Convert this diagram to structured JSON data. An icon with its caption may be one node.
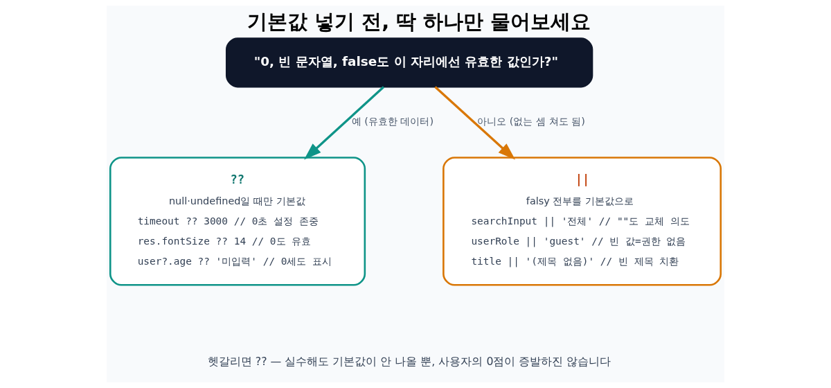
{
  "diagram": {
    "title": "기본값 넣기 전, 딱 하나만 물어보세요",
    "caption": "헷갈리면 ?? — 실수해도 기본값이 안 나올 뿐, 사용자의 0점이 증발하진 않습니다",
    "nodes": [
      {
        "text": [
          "\"0, 빈 문자열, false도 이 자리에선 유효한 값인가?\""
        ]
      },
      {
        "text": [
          "??",
          "null·undefined일 때만 기본값",
          "timeout ?? 3000 // 0초 설정 존중",
          "res.fontSize ?? 14 // 0도 유효",
          "user?.age ?? '미입력' // 0세도 표시"
        ]
      },
      {
        "text": [
          "||",
          "falsy 전부를 기본값으로",
          "searchInput || '전체' // \"\"도 교체 의도",
          "userRole || 'guest' // 빈 값=권한 없음",
          "title || '(제목 없음)' // 빈 제목 치환"
        ]
      }
    ],
    "edges": [
      {
        "from": 0,
        "to": 1,
        "arrow": "to",
        "label": "예 (유효한 데이터)",
        "color": "#0f9488"
      },
      {
        "from": 0,
        "to": 2,
        "arrow": "to",
        "label": "아니오 (없는 셈 쳐도 됨)",
        "color": "#d97706"
      }
    ]
  }
}
